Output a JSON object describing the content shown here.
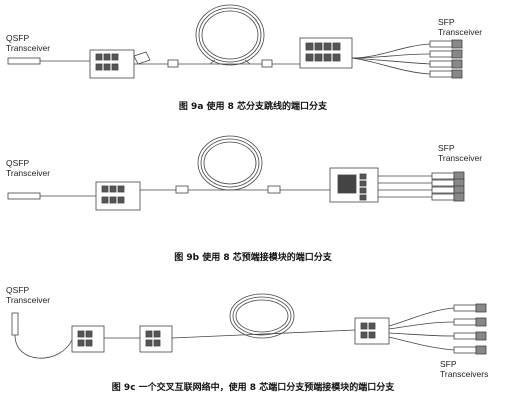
{
  "figure_a": {
    "left_label": [
      "QSFP",
      "Transceiver"
    ],
    "right_label": [
      "SFP",
      "Transceiver"
    ],
    "caption": "图 9a 使用 8 芯分支跳线的端口分支"
  },
  "figure_b": {
    "left_label": [
      "QSFP",
      "Transceiver"
    ],
    "right_label": [
      "SFP",
      "Transceiver"
    ],
    "caption": "图 9b 使用 8 芯预端接模块的端口分支"
  },
  "figure_c": {
    "left_label": [
      "QSFP",
      "Transceiver"
    ],
    "right_label": [
      "SFP",
      "Transceivers"
    ],
    "caption": "图 9c 一个交叉互联网络中，使用 8 芯端口分支预端接模块的端口分支"
  }
}
